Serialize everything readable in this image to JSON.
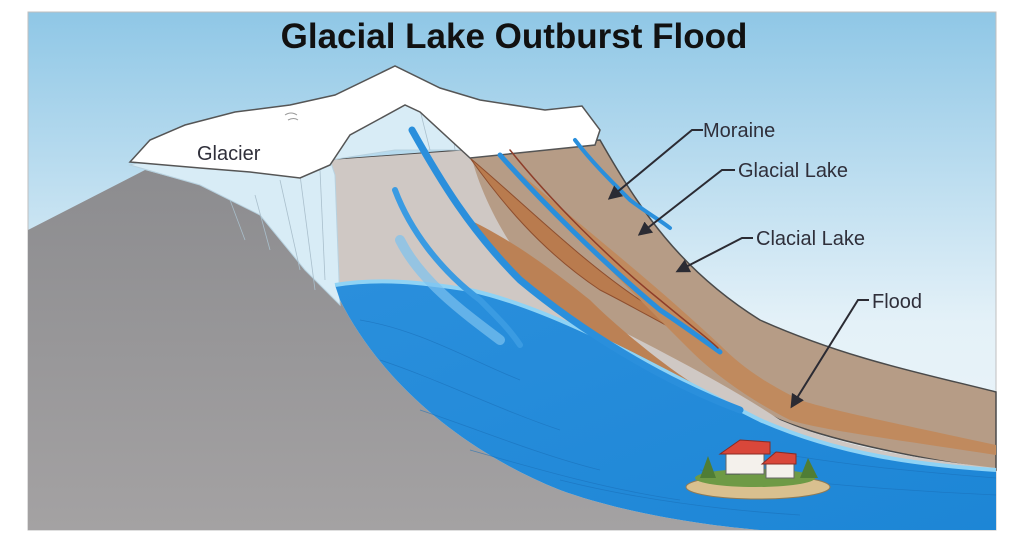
{
  "title": "Glacial Lake Outburst Flood",
  "labels": {
    "glacier": "Glacier",
    "moraine": "Moraine",
    "glacial_lake": "Glacial Lake",
    "clacial_lake": "Clacial Lake",
    "flood": "Flood"
  },
  "colors": {
    "sky_top": "#8fc7e6",
    "sky_bottom": "#e4f1f8",
    "rock": "#8f8f92",
    "ice": "#ffffff",
    "lake": "#2a8fdc",
    "moraine": "#b59a84",
    "sediment": "#b97b4e"
  }
}
